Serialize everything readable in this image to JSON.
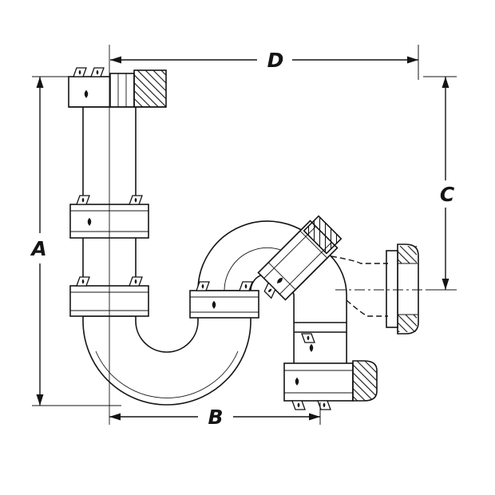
{
  "figure": {
    "subject": "Siphon P-trap technical line drawing with dimension callouts",
    "background": "#ffffff",
    "stroke_color": "#141414",
    "dimension_labels": {
      "a": "A",
      "b": "B",
      "c": "C",
      "d": "D"
    }
  }
}
